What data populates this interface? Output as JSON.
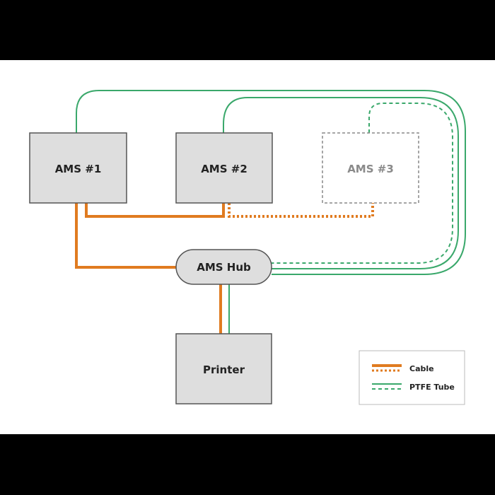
{
  "nodes": {
    "ams1": "AMS #1",
    "ams2": "AMS #2",
    "ams3": "AMS #3",
    "hub": "AMS Hub",
    "printer": "Printer"
  },
  "legend": {
    "cable": "Cable",
    "ptfe": "PTFE Tube"
  },
  "colors": {
    "cable": "#e07b20",
    "ptfe": "#3aa86b",
    "box_fill": "#dedede",
    "box_stroke": "#555555",
    "ghost_stroke": "#888888",
    "ghost_text": "#8a8a8a",
    "text": "#222222"
  },
  "connections": [
    {
      "from": "AMS #1",
      "to": "AMS Hub",
      "kind": "cable",
      "style": "solid"
    },
    {
      "from": "AMS #1",
      "to": "AMS #2",
      "kind": "cable",
      "style": "solid"
    },
    {
      "from": "AMS #2",
      "to": "AMS #3",
      "kind": "cable",
      "style": "dotted"
    },
    {
      "from": "AMS Hub",
      "to": "Printer",
      "kind": "cable",
      "style": "solid"
    },
    {
      "from": "AMS Hub",
      "to": "Printer",
      "kind": "ptfe",
      "style": "solid"
    },
    {
      "from": "AMS #1",
      "to": "AMS Hub",
      "kind": "ptfe",
      "style": "solid"
    },
    {
      "from": "AMS #2",
      "to": "AMS Hub",
      "kind": "ptfe",
      "style": "solid"
    },
    {
      "from": "AMS #3",
      "to": "AMS Hub",
      "kind": "ptfe",
      "style": "dashed"
    }
  ]
}
